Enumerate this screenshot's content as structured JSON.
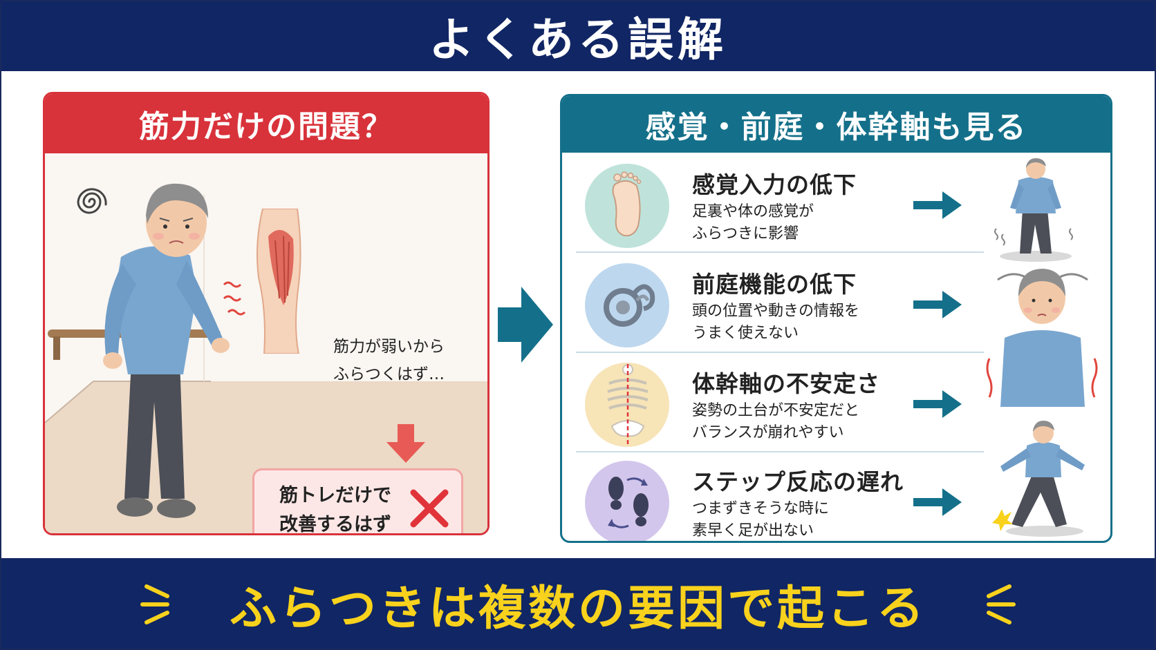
{
  "header": {
    "title": "よくある誤解"
  },
  "left_panel": {
    "title": "筋力だけの問題？",
    "thought_lines": [
      "筋力が弱いから",
      "ふらつくはず…"
    ],
    "wrong_box_lines": [
      "筋トレだけで",
      "改善するはず"
    ]
  },
  "right_panel": {
    "title": "感覚・前庭・体幹軸も見る",
    "items": [
      {
        "title": "感覚入力の低下",
        "desc_lines": [
          "足裏や体の感覚が",
          "ふらつきに影響"
        ],
        "icon": "foot-icon"
      },
      {
        "title": "前庭機能の低下",
        "desc_lines": [
          "頭の位置や動きの情報を",
          "うまく使えない"
        ],
        "icon": "inner-ear-icon"
      },
      {
        "title": "体幹軸の不安定さ",
        "desc_lines": [
          "姿勢の土台が不安定だと",
          "バランスが崩れやすい"
        ],
        "icon": "skeleton-icon"
      },
      {
        "title": "ステップ反応の遅れ",
        "desc_lines": [
          "つまずきそうな時に",
          "素早く足が出ない"
        ],
        "icon": "footsteps-icon"
      }
    ]
  },
  "footer": {
    "title": "ふらつきは複数の要因で起こる"
  },
  "colors": {
    "navy": "#112664",
    "red": "#d8323a",
    "teal": "#14708a",
    "yellow": "#f8d21c",
    "shirt": "#79a6cf",
    "pants": "#4c4f57"
  }
}
